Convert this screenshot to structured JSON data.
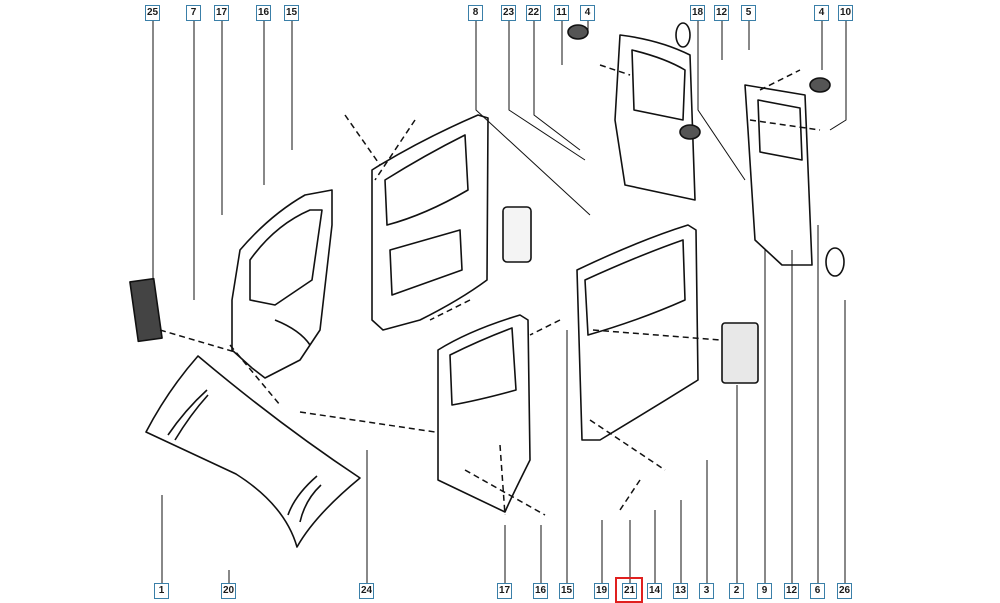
{
  "title": "Exploded parts diagram - van sliding door, side and rear door panels",
  "accent_color": "#3a7fa8",
  "highlight_color": "#e0201f",
  "selected_callout": "21",
  "top_callouts": [
    "25",
    "7",
    "17",
    "16",
    "15",
    "8",
    "23",
    "22",
    "11",
    "4",
    "18",
    "12",
    "5",
    "4",
    "10"
  ],
  "bottom_callouts": [
    "1",
    "20",
    "24",
    "17",
    "16",
    "15",
    "19",
    "21",
    "14",
    "13",
    "3",
    "2",
    "9",
    "12",
    "6",
    "26"
  ],
  "parts": {
    "windshield": "windscreen glass",
    "front_door": "front door inner panel",
    "sliding_door": "sliding side door inner panel",
    "rear_door_left": "rear door inner panel (left)",
    "rear_door_right": "rear door inner panel (right)"
  }
}
